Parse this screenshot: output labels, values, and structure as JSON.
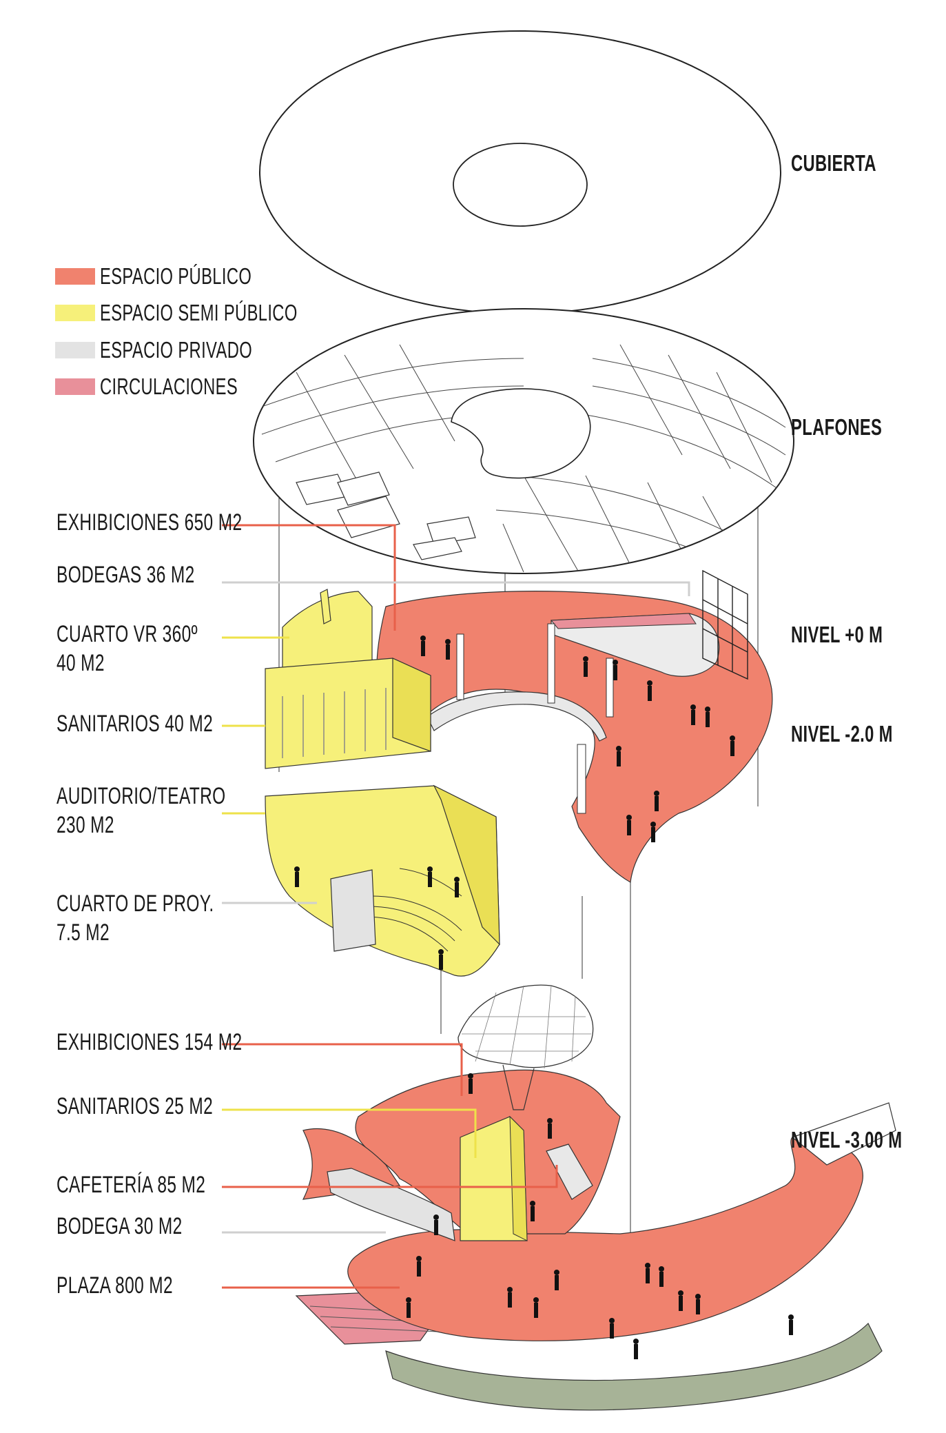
{
  "legend": [
    {
      "label": "ESPACIO PÚBLICO",
      "color": "#f0826e"
    },
    {
      "label": "ESPACIO SEMI PÚBLICO",
      "color": "#f6f07a"
    },
    {
      "label": "ESPACIO PRIVADO",
      "color": "#e3e3e3"
    },
    {
      "label": "CIRCULACIONES",
      "color": "#e8909a"
    }
  ],
  "levels": {
    "cubierta": "CUBIERTA",
    "plafones": "PLAFONES",
    "nivel_0": "NIVEL +0 M",
    "nivel_2": "NIVEL -2.0 M",
    "nivel_3": "NIVEL -3.00 M"
  },
  "spaces": {
    "exhibiciones_650": "EXHIBICIONES 650 M2",
    "bodegas_36": "BODEGAS 36 M2",
    "cuarto_vr_1": "CUARTO VR 360º",
    "cuarto_vr_2": "40 M2",
    "sanitarios_40": "SANITARIOS 40 M2",
    "auditorio_1": "AUDITORIO/TEATRO",
    "auditorio_2": "230 M2",
    "proy_1": "CUARTO DE PROY.",
    "proy_2": "7.5 M2",
    "exhibiciones_154": "EXHIBICIONES 154 M2",
    "sanitarios_25": "SANITARIOS 25 M2",
    "cafeteria_85": "CAFETERÍA 85 M2",
    "bodega_30": "BODEGA 30 M2",
    "plaza_800": "PLAZA 800 M2"
  },
  "colors": {
    "public": "#f0826e",
    "semi_public": "#f6f07a",
    "private": "#e3e3e3",
    "circulation": "#e8909a",
    "green_area": "#a7b397",
    "line_public": "#e8604a",
    "line_semi": "#eee24a",
    "line_private": "#cfcfcf"
  }
}
